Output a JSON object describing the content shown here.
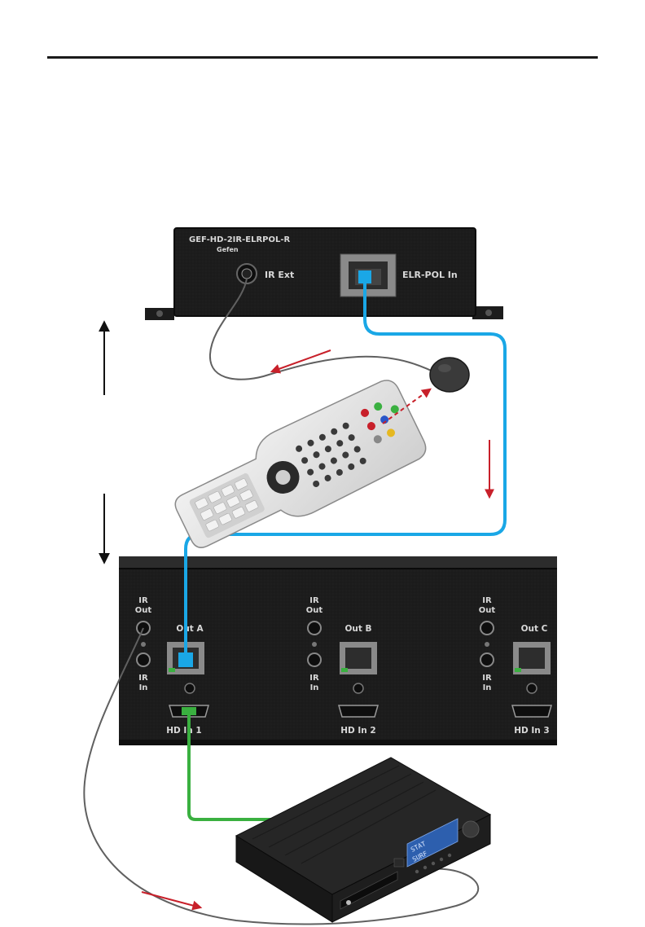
{
  "receiver": {
    "model": "GEF-HD-2IR-ELRPOL-R",
    "brand": "Gefen",
    "ir_ext_label": "IR Ext",
    "elr_pol_in_label": "ELR-POL In"
  },
  "matrix": {
    "ir_out_label_line1": "IR",
    "ir_out_label_line2": "Out",
    "ir_in_label_line1": "IR",
    "ir_in_label_line2": "In",
    "outputs": [
      "Out A",
      "Out B",
      "Out C"
    ],
    "hdmi_inputs": [
      "HD In 1",
      "HD In 2",
      "HD In 3"
    ]
  },
  "source_device": {
    "display_line1": "STAT",
    "display_line2": "SURF"
  },
  "colors": {
    "header_rule": "#1a1a1a",
    "hdbaset_cable": "#1aa7e6",
    "hdmi_cable": "#3ab040",
    "ir_cable": "#606060",
    "signal_arrow": "#c8202a",
    "device_body": "#1f1f1f"
  }
}
